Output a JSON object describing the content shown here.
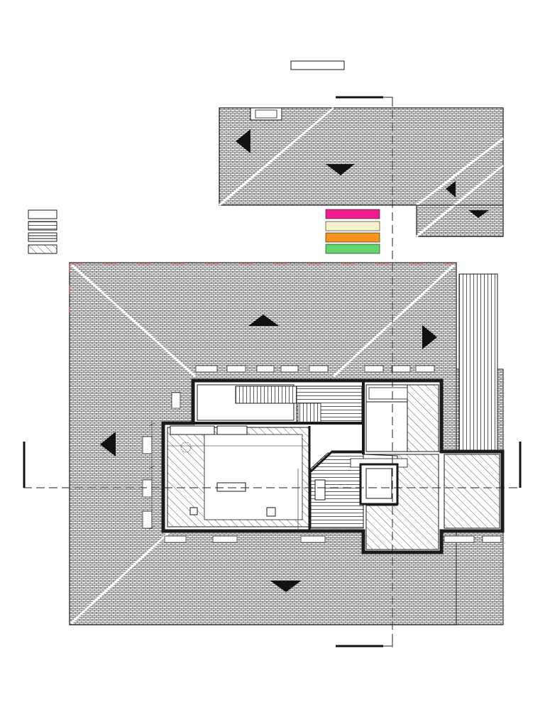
{
  "drawing": {
    "title_label": "",
    "colors": {
      "line": "#1a1a1a",
      "roof_tile": "#555555",
      "ridge": "#ffffff",
      "section_line": "#222222",
      "red_edge": "#cc2a2a"
    },
    "legend_left": [
      {
        "pattern": "blank"
      },
      {
        "pattern": "horizontal-lines"
      },
      {
        "pattern": "double-lines"
      },
      {
        "pattern": "diagonal-hatch"
      }
    ],
    "legend_colors": [
      {
        "color": "#ee1c8c"
      },
      {
        "color": "#f7f2cc"
      },
      {
        "color": "#f7941d"
      },
      {
        "color": "#62d56b"
      }
    ],
    "roof_slope_arrows": [
      {
        "direction": "left"
      },
      {
        "direction": "down"
      },
      {
        "direction": "left"
      },
      {
        "direction": "down"
      },
      {
        "direction": "up"
      },
      {
        "direction": "right"
      },
      {
        "direction": "left"
      },
      {
        "direction": "down"
      }
    ]
  }
}
